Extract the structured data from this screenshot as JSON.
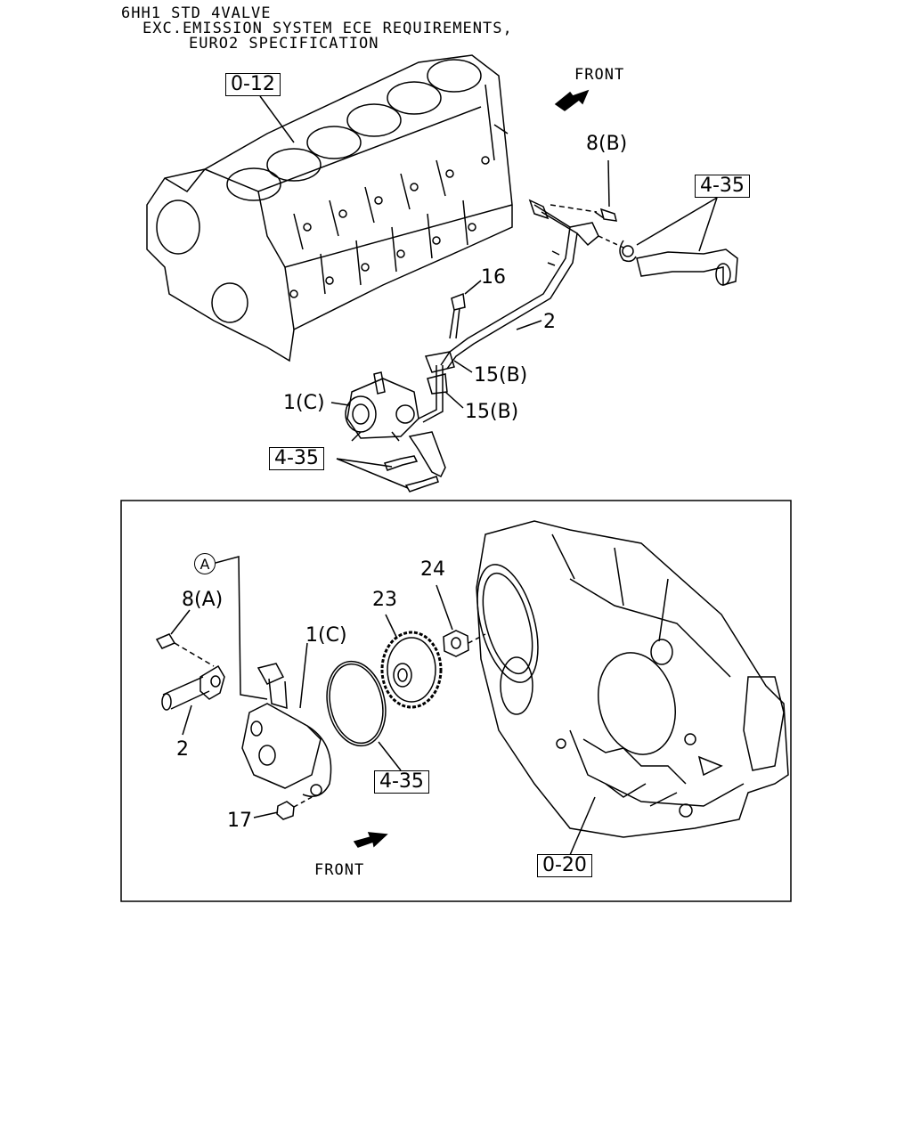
{
  "header": {
    "line1": "6HH1 STD 4VALVE",
    "line2": "EXC.EMISSION SYSTEM ECE REQUIREMENTS,",
    "line3": "EURO2 SPECIFICATION"
  },
  "labels": {
    "ref_0_12": "0-12",
    "front_top": "FRONT",
    "bolt_8b": "8(B)",
    "ref_4_35_hose": "4-35",
    "bolt_16": "16",
    "pipe_2_top": "2",
    "clip_15b_a": "15(B)",
    "clip_15b_b": "15(B)",
    "pump_1c_top": "1(C)",
    "ref_4_35_bolts": "4-35",
    "circle_a": "A",
    "bolt_8a": "8(A)",
    "pump_1c_detail": "1(C)",
    "gear_23": "23",
    "nut_24": "24",
    "pipe_2_detail": "2",
    "ref_4_35_oring": "4-35",
    "nut_17": "17",
    "front_bottom": "FRONT",
    "ref_0_20": "0-20"
  }
}
